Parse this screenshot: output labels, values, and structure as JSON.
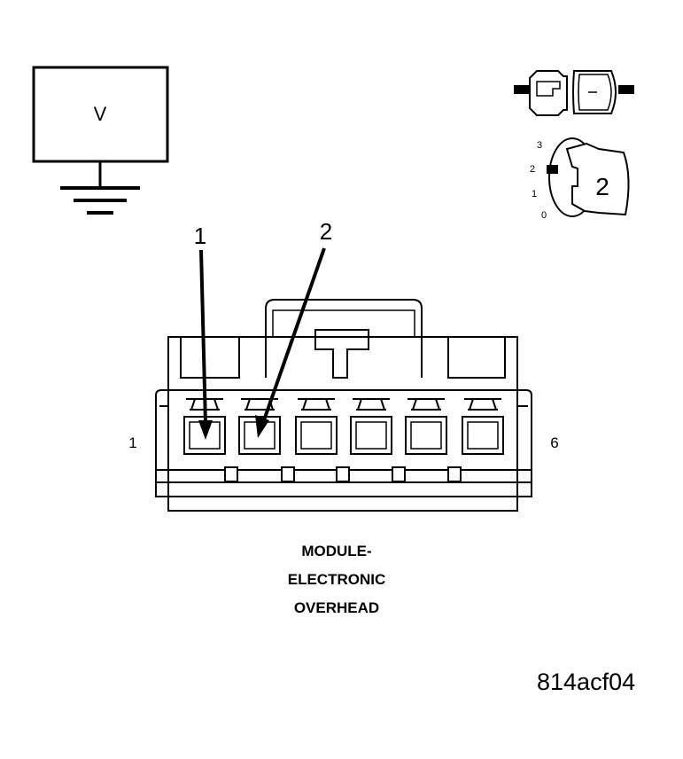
{
  "meter": {
    "label": "V"
  },
  "callouts": {
    "one": "1",
    "two": "2"
  },
  "pins": {
    "first": "1",
    "last": "6"
  },
  "ignition": {
    "positions": [
      "3",
      "2",
      "1",
      "0"
    ],
    "key_number": "2"
  },
  "caption": {
    "line1": "MODULE-",
    "line2": "ELECTRONIC",
    "line3": "OVERHEAD"
  },
  "figure_id": "814acf04"
}
